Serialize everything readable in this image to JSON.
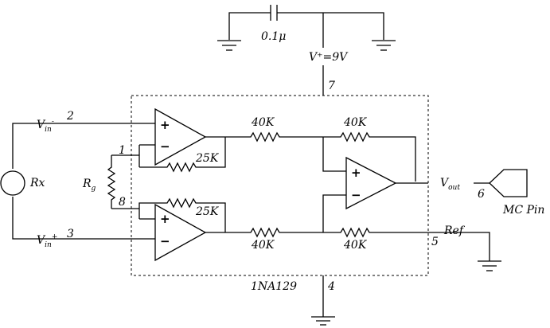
{
  "diagram": {
    "chip_label": "1NA129",
    "supply": {
      "label": "V⁺=9V",
      "pin": "7"
    },
    "capacitor": {
      "label": "0.1μ"
    },
    "ground_pin": "4",
    "inputs": {
      "neg": {
        "main": "V",
        "sub": "in",
        "sup": "-",
        "pin": "2"
      },
      "pos": {
        "main": "V",
        "sub": "in",
        "sup": "+",
        "pin": "3"
      }
    },
    "gain_resistor": {
      "main": "R",
      "sub": "g",
      "pin_top": "1",
      "pin_bottom": "8"
    },
    "sensor": {
      "label": "Rx"
    },
    "resistors": {
      "r25k_top": "25K",
      "r25k_bottom": "25K",
      "r40k_top_left": "40K",
      "r40k_top_right": "40K",
      "r40k_bottom_left": "40K",
      "r40k_bottom_right": "40K"
    },
    "output": {
      "main": "V",
      "sub": "out",
      "pin": "6"
    },
    "ref": {
      "label": "Ref",
      "pin": "5"
    },
    "connector": {
      "label": "MC Pin"
    },
    "op_amp_signs": {
      "plus": "+",
      "minus": "−"
    }
  }
}
